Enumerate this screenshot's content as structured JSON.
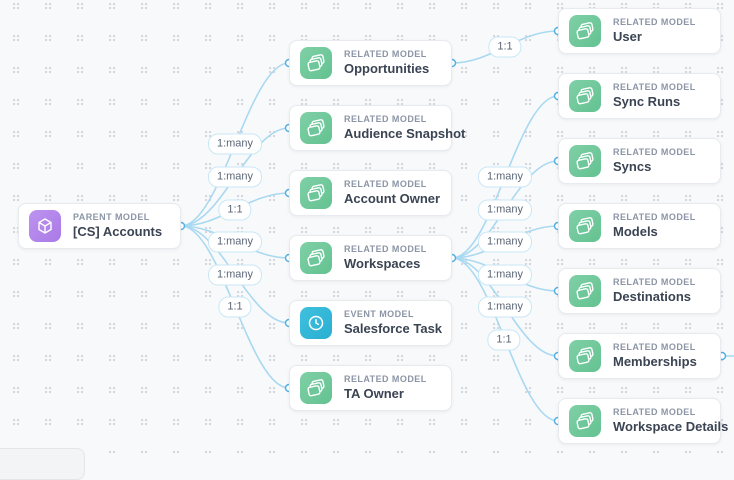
{
  "diagram": {
    "colors": {
      "background": "#f8f9fb",
      "dot_grid": "#d2d7dd",
      "edge": "#a9d9f1",
      "port_ring": "#55b1e3",
      "parent_icon": "#a97ae6",
      "related_icon": "#64c291",
      "event_icon": "#2aafd2",
      "pill_border": "#c9e7f6",
      "pill_text": "#5b6676",
      "type_label_text": "#8b95a6",
      "name_text": "#3b4453"
    }
  },
  "nodes": {
    "parent": {
      "type_label": "PARENT MODEL",
      "name": "[CS] Accounts",
      "icon": "cube-icon"
    },
    "middle": [
      {
        "type_label": "RELATED MODEL",
        "name": "Opportunities",
        "icon": "model-stack-icon"
      },
      {
        "type_label": "RELATED MODEL",
        "name": "Audience Snapshot",
        "icon": "model-stack-icon"
      },
      {
        "type_label": "RELATED MODEL",
        "name": "Account Owner",
        "icon": "model-stack-icon"
      },
      {
        "type_label": "RELATED MODEL",
        "name": "Workspaces",
        "icon": "model-stack-icon"
      },
      {
        "type_label": "EVENT MODEL",
        "name": "Salesforce Task",
        "icon": "clock-icon"
      },
      {
        "type_label": "RELATED MODEL",
        "name": "TA Owner",
        "icon": "model-stack-icon"
      }
    ],
    "right": [
      {
        "type_label": "RELATED MODEL",
        "name": "User",
        "icon": "model-stack-icon"
      },
      {
        "type_label": "RELATED MODEL",
        "name": "Sync Runs",
        "icon": "model-stack-icon"
      },
      {
        "type_label": "RELATED MODEL",
        "name": "Syncs",
        "icon": "model-stack-icon"
      },
      {
        "type_label": "RELATED MODEL",
        "name": "Models",
        "icon": "model-stack-icon"
      },
      {
        "type_label": "RELATED MODEL",
        "name": "Destinations",
        "icon": "model-stack-icon"
      },
      {
        "type_label": "RELATED MODEL",
        "name": "Memberships",
        "icon": "model-stack-icon"
      },
      {
        "type_label": "RELATED MODEL",
        "name": "Workspace Details",
        "icon": "model-stack-icon"
      }
    ]
  },
  "edge_labels": {
    "left": [
      "1:many",
      "1:many",
      "1:1",
      "1:many",
      "1:many",
      "1:1"
    ],
    "right": [
      "1:1",
      "1:many",
      "1:many",
      "1:many",
      "1:many",
      "1:many",
      "1:1"
    ]
  }
}
